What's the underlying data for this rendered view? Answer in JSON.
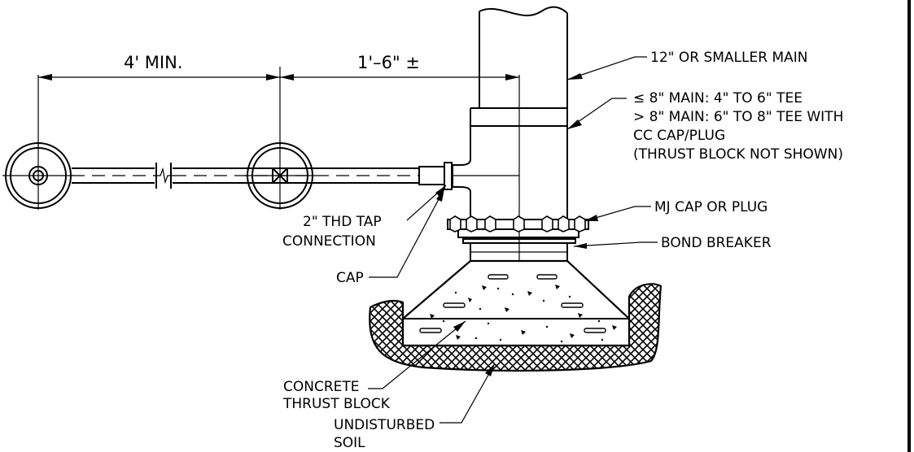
{
  "dimensions": {
    "min_spacing": "4' MIN.",
    "offset": "1'–6\" ±"
  },
  "labels": {
    "main": "12\" OR SMALLER MAIN",
    "tee_line1": "≤ 8\" MAIN: 4\" TO 6\" TEE",
    "tee_line2": "> 8\" MAIN: 6\" TO 8\" TEE WITH",
    "tee_line3": "CC CAP/PLUG",
    "tee_line4": "(THRUST BLOCK NOT SHOWN)",
    "mj_cap": "MJ CAP OR PLUG",
    "bond_breaker": "BOND BREAKER",
    "tap_line1": "2\" THD TAP",
    "tap_line2": "CONNECTION",
    "cap": "CAP",
    "thrust_line1": "CONCRETE",
    "thrust_line2": "THRUST BLOCK",
    "soil_line1": "UNDISTURBED",
    "soil_line2": "SOIL"
  }
}
